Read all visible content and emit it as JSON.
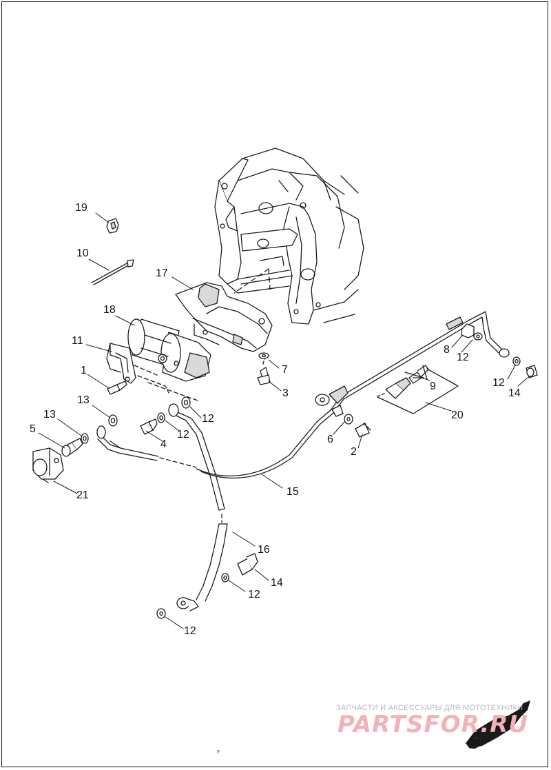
{
  "diagram": {
    "callouts": [
      {
        "id": "c19",
        "text": "19"
      },
      {
        "id": "c10",
        "text": "10"
      },
      {
        "id": "c17",
        "text": "17"
      },
      {
        "id": "c18",
        "text": "18"
      },
      {
        "id": "c11",
        "text": "11"
      },
      {
        "id": "c1",
        "text": "1"
      },
      {
        "id": "c13a",
        "text": "13"
      },
      {
        "id": "c13b",
        "text": "13"
      },
      {
        "id": "c5",
        "text": "5"
      },
      {
        "id": "c21",
        "text": "21"
      },
      {
        "id": "c4",
        "text": "4"
      },
      {
        "id": "c12a",
        "text": "12"
      },
      {
        "id": "c12b",
        "text": "12"
      },
      {
        "id": "c7",
        "text": "7"
      },
      {
        "id": "c3",
        "text": "3"
      },
      {
        "id": "c8",
        "text": "8"
      },
      {
        "id": "c12c",
        "text": "12"
      },
      {
        "id": "c12d",
        "text": "12"
      },
      {
        "id": "c14a",
        "text": "14"
      },
      {
        "id": "c9",
        "text": "9"
      },
      {
        "id": "c20",
        "text": "20"
      },
      {
        "id": "c6",
        "text": "6"
      },
      {
        "id": "c2",
        "text": "2"
      },
      {
        "id": "c15",
        "text": "15"
      },
      {
        "id": "c16",
        "text": "16"
      },
      {
        "id": "c14b",
        "text": "14"
      },
      {
        "id": "c12e",
        "text": "12"
      },
      {
        "id": "c12f",
        "text": "12"
      }
    ],
    "footer_mark": "F"
  },
  "watermark": {
    "tagline": "ЗАПЧАСТИ И АКСЕССУАРЫ ДЛЯ МОТОТЕХНИКИ",
    "brand": "PARTSFOR.RU",
    "accent_color": "#e8505b"
  },
  "colors": {
    "line": "#1a1a1a",
    "part_fill": "#ffffff",
    "shade": "#d9d9d9",
    "background": "#ffffff"
  }
}
